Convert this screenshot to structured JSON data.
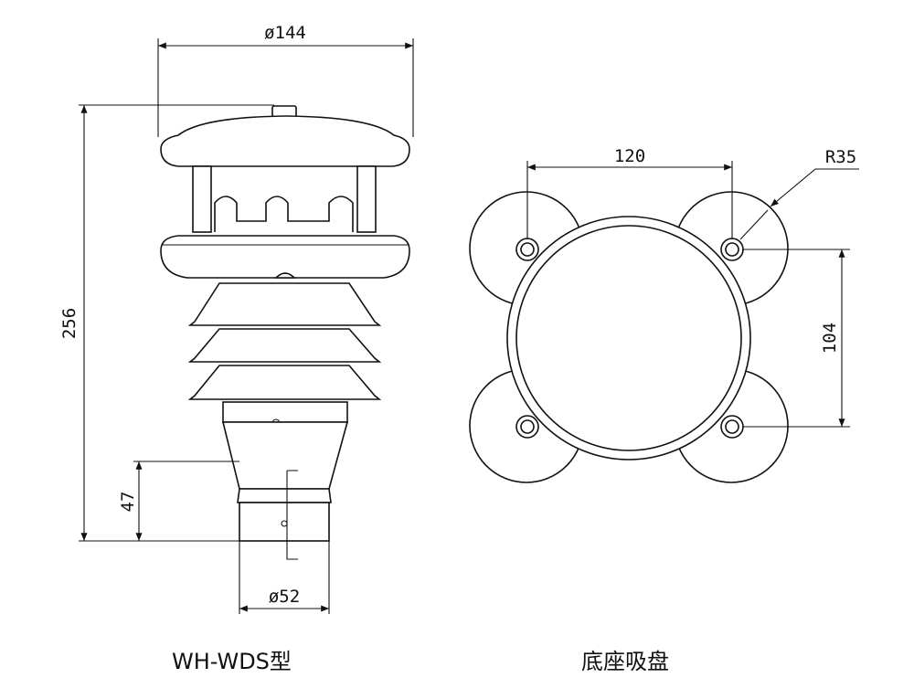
{
  "left_view": {
    "dims": {
      "top_width": "ø144",
      "total_height": "256",
      "base_height": "47",
      "base_width": "ø52"
    },
    "caption": "WH-WDS型"
  },
  "right_view": {
    "dims": {
      "hole_spacing_x": "120",
      "radius": "R35",
      "hole_spacing_y": "104"
    },
    "caption": "底座吸盘"
  }
}
